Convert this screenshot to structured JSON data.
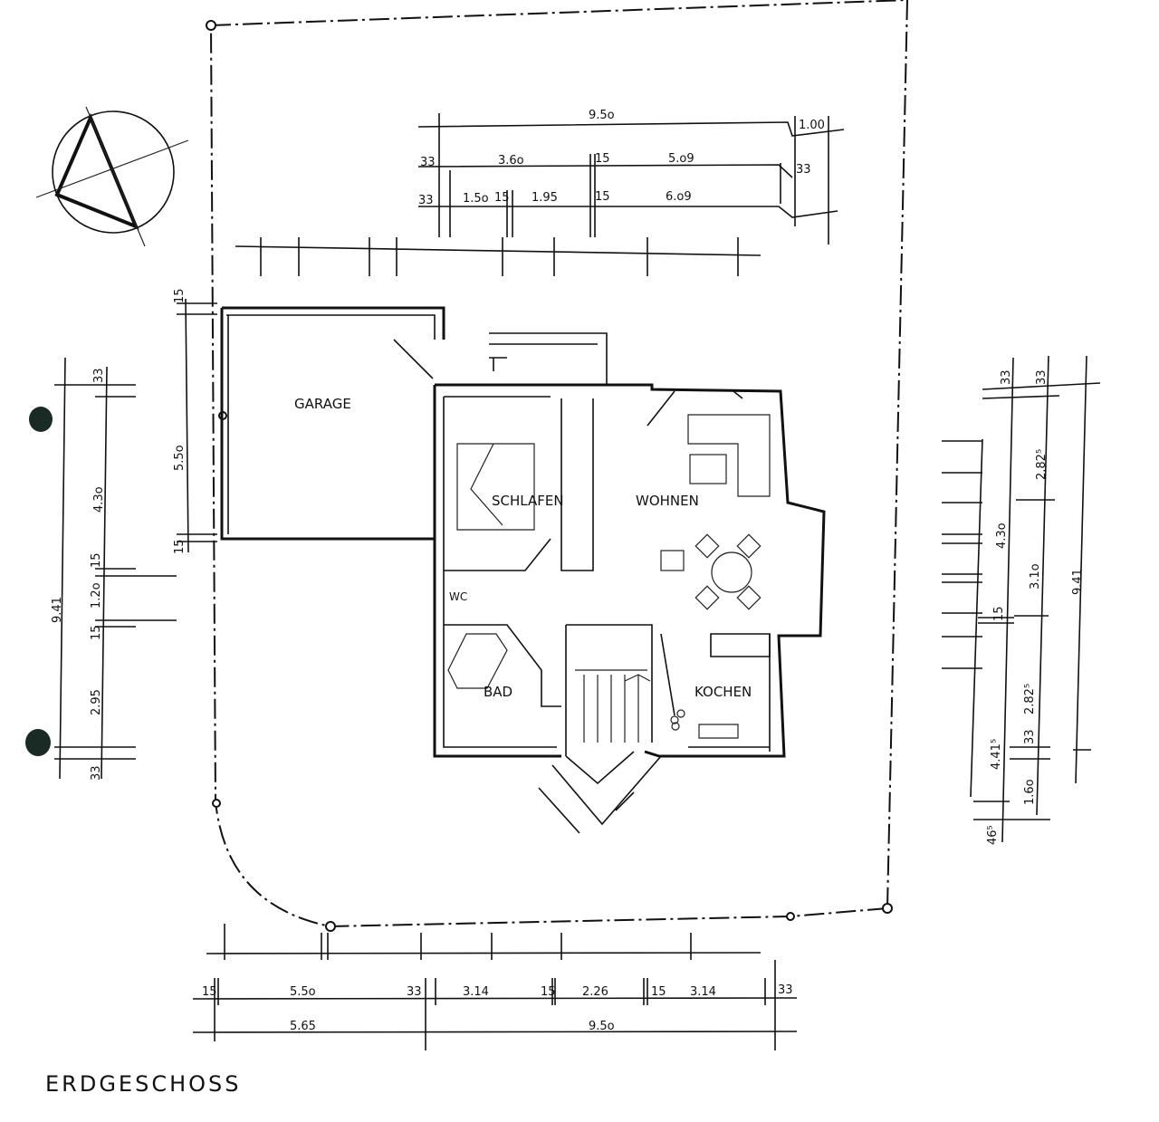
{
  "title": "ERDGESCHOSS",
  "rooms": {
    "garage": "GARAGE",
    "schlafen": "SCHLAFEN",
    "wohnen": "WOHNEN",
    "wc": "WC",
    "bad": "BAD",
    "kochen": "KOCHEN"
  },
  "dims_top": {
    "row1": [
      "9.5o",
      "1.00"
    ],
    "row2": [
      "33",
      "3.6o",
      "15",
      "5.o9",
      "33"
    ],
    "row3": [
      "33",
      "1.5o",
      "15",
      "1.95",
      "15",
      "6.o9"
    ]
  },
  "dims_left": {
    "outer": "9.41",
    "inner": [
      "33",
      "4.3o",
      "15",
      "1.2o",
      "15",
      "2.95",
      "33"
    ],
    "garage": [
      "15",
      "5.5o",
      "15"
    ]
  },
  "dims_right": {
    "outer": "9.41",
    "col1": [
      "33",
      "2.82⁵",
      "3.1o",
      "2.82⁵",
      "33",
      "1.6o"
    ],
    "col2": [
      "33",
      "4.3o",
      "15",
      "4.41⁵",
      "46⁵"
    ]
  },
  "dims_bottom": {
    "row1": [
      "15",
      "5.5o",
      "33",
      "3.14",
      "15",
      "2.26",
      "15",
      "3.14",
      "33"
    ],
    "row2": [
      "5.65",
      "9.5o"
    ]
  },
  "colors": {
    "ink": "#111111",
    "paper": "#ffffff"
  }
}
